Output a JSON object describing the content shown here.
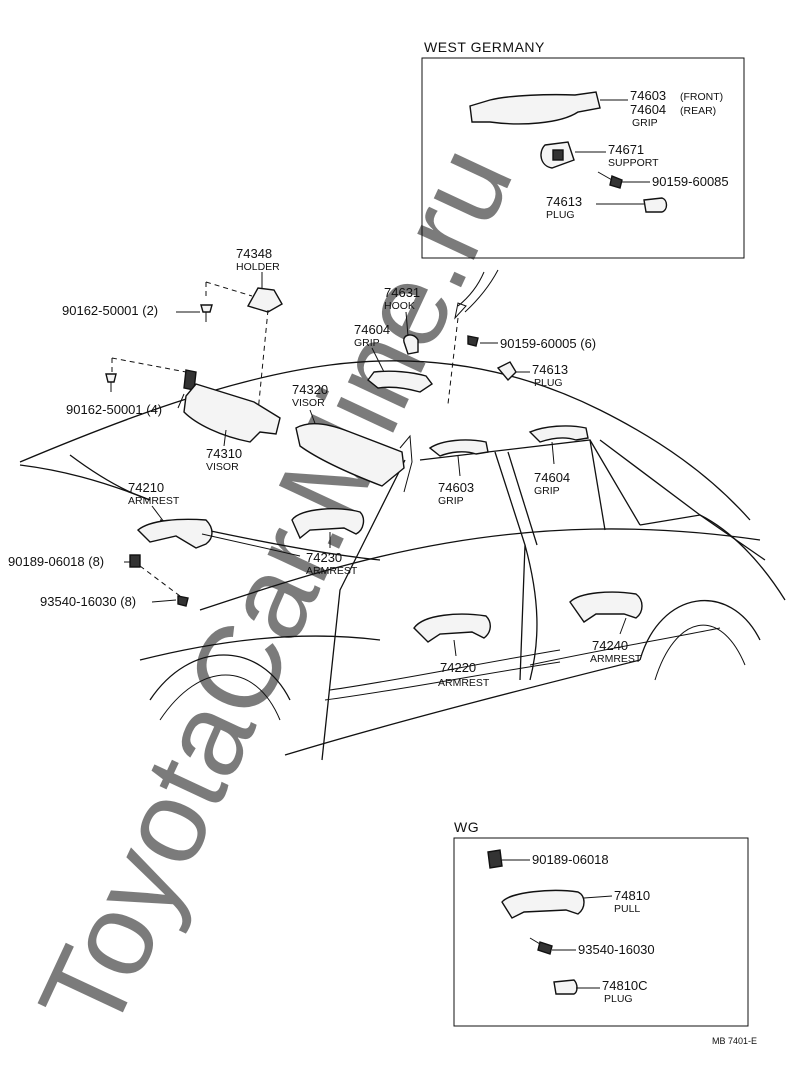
{
  "watermark": "ToyotaCar.Mine.ru",
  "footer_code": "MB  7401-E",
  "west_germany": {
    "title": "WEST  GERMANY",
    "grip_front": "74603",
    "grip_front_note": "(FRONT)",
    "grip_rear": "74604",
    "grip_rear_note": "(REAR)",
    "grip_name": "GRIP",
    "support": "74671",
    "support_name": "SUPPORT",
    "screw": "90159-60085",
    "plug": "74613",
    "plug_name": "PLUG"
  },
  "wg": {
    "title": "WG",
    "clip": "90189-06018",
    "pull": "74810",
    "pull_name": "PULL",
    "screw": "93540-16030",
    "plug": "74810C",
    "plug_name": "PLUG"
  },
  "main": {
    "holder": "74348",
    "holder_name": "HOLDER",
    "screw_holder": "90162-50001 (2)",
    "hook": "74631",
    "hook_name": "HOOK",
    "grip_top": "74604",
    "grip_top_name": "GRIP",
    "screw_grip": "90159-60005 (6)",
    "plug": "74613",
    "plug_name": "PLUG",
    "visor_right": "74320",
    "visor_right_name": "VISOR",
    "screw_visor": "90162-50001 (4)",
    "visor_left": "74310",
    "visor_left_name": "VISOR",
    "armrest_front": "74210",
    "armrest_front_name": "ARMREST",
    "grip_front": "74603",
    "grip_front_name": "GRIP",
    "grip_rear": "74604",
    "grip_rear_name": "GRIP",
    "clip": "90189-06018 (8)",
    "armrest_mid": "74230",
    "armrest_mid_name": "ARMREST",
    "screw_armrest": "93540-16030 (8)",
    "armrest_rear": "74240",
    "armrest_rear_name": "ARMREST",
    "armrest_door": "74220",
    "armrest_door_name": "ARMREST"
  }
}
